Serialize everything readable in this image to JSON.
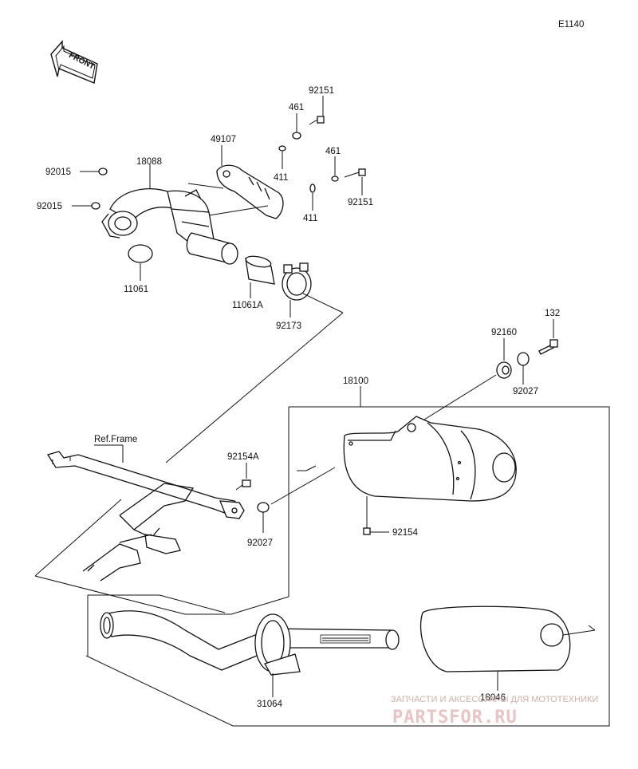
{
  "diagram_code": "E1140",
  "front_label": "FRONT",
  "labels": {
    "p92151a": "92151",
    "p461a": "461",
    "p49107": "49107",
    "p18088": "18088",
    "p461b": "461",
    "p92015a": "92015",
    "p411a": "411",
    "p92151b": "92151",
    "p92015b": "92015",
    "p411b": "411",
    "p11061": "11061",
    "p11061a": "11061A",
    "p92173": "92173",
    "p132": "132",
    "p92160": "92160",
    "p18100": "18100",
    "p92027a": "92027",
    "ref_frame": "Ref.Frame",
    "p92154a": "92154A",
    "p92154": "92154",
    "p92027b": "92027",
    "p18046": "18046",
    "p31064": "31064"
  },
  "watermark": {
    "subtitle": "ЗАПЧАСТИ И АКСЕССУАРЫ ДЛЯ МОТОТЕХНИКИ",
    "site": "PARTSFOR.RU"
  }
}
